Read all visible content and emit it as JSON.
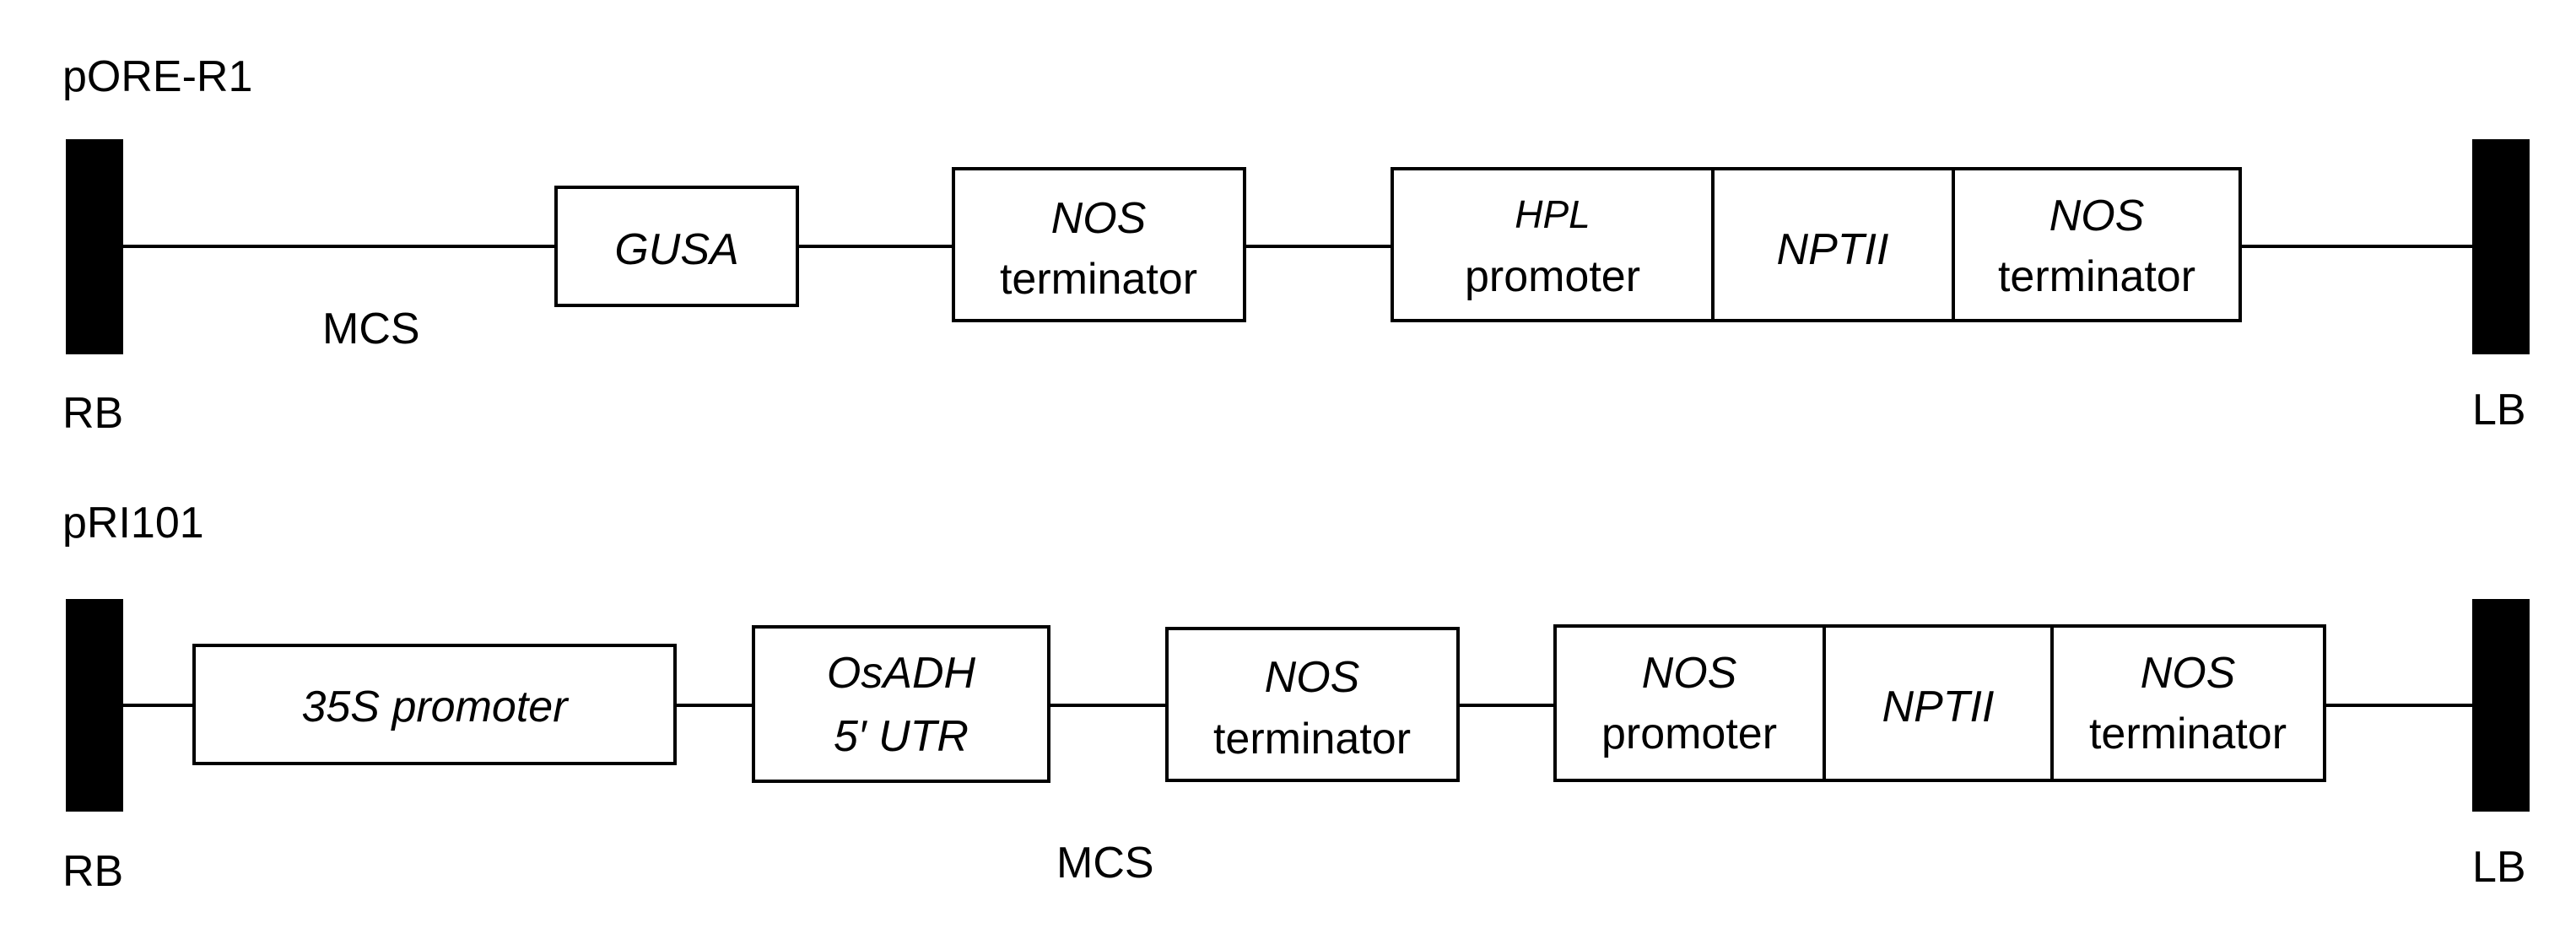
{
  "constructs": [
    {
      "name": "pORE-R1",
      "left_border": "RB",
      "right_border": "LB",
      "mcs_label": "MCS",
      "elements": [
        {
          "lines": [
            "GUSA"
          ],
          "italic": [
            true
          ]
        },
        {
          "lines": [
            "NOS",
            "terminator"
          ],
          "italic": [
            true,
            false
          ]
        },
        {
          "lines": [
            "HPL",
            "promoter"
          ],
          "italic": [
            true,
            false
          ]
        },
        {
          "lines": [
            "NPTII"
          ],
          "italic": [
            true
          ]
        },
        {
          "lines": [
            "NOS",
            "terminator"
          ],
          "italic": [
            true,
            false
          ]
        }
      ]
    },
    {
      "name": "pRI101",
      "left_border": "RB",
      "right_border": "LB",
      "mcs_label": "MCS",
      "elements": [
        {
          "lines": [
            "35S promoter"
          ],
          "italic": [
            true
          ]
        },
        {
          "lines": [
            "OsADH",
            "5′ UTR"
          ],
          "italic": [
            true,
            true
          ]
        },
        {
          "lines": [
            "NOS",
            "terminator"
          ],
          "italic": [
            true,
            false
          ]
        },
        {
          "lines": [
            "NOS",
            "promoter"
          ],
          "italic": [
            true,
            false
          ]
        },
        {
          "lines": [
            "NPTII"
          ],
          "italic": [
            true
          ]
        },
        {
          "lines": [
            "NOS",
            "terminator"
          ],
          "italic": [
            true,
            false
          ]
        }
      ]
    }
  ]
}
